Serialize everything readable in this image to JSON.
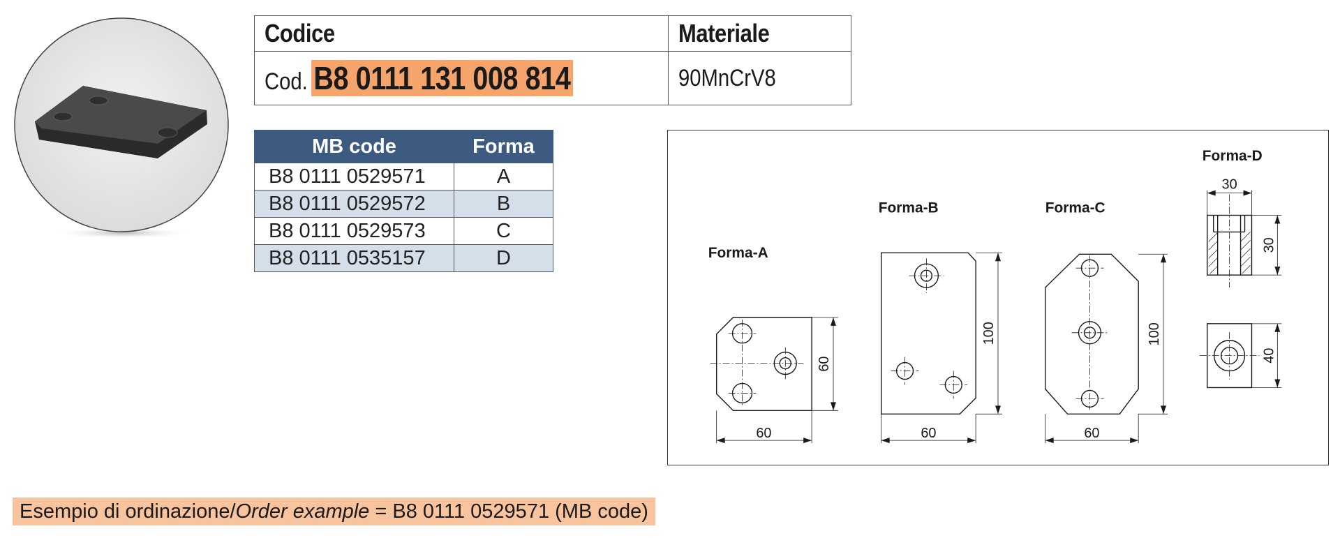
{
  "code_table": {
    "header_code": "Codice",
    "header_material": "Materiale",
    "cod_prefix": "Cod.",
    "cod_value": "B8 0111 131 008 814",
    "material": "90MnCrV8"
  },
  "mb_table": {
    "headers": [
      "MB code",
      "Forma"
    ],
    "rows": [
      {
        "code": "B8 0111 0529571",
        "forma": "A"
      },
      {
        "code": "B8 0111 0529572",
        "forma": "B"
      },
      {
        "code": "B8 0111 0529573",
        "forma": "C"
      },
      {
        "code": "B8 0111 0535157",
        "forma": "D"
      }
    ]
  },
  "drawings": {
    "forma_a": {
      "label": "Forma-A",
      "width": "60",
      "height": "60"
    },
    "forma_b": {
      "label": "Forma-B",
      "width": "60",
      "height": "100"
    },
    "forma_c": {
      "label": "Forma-C",
      "width": "60",
      "height": "100"
    },
    "forma_d": {
      "label": "Forma-D",
      "top_width": "30",
      "side_height": "30",
      "front_height": "40"
    }
  },
  "order_example": {
    "prefix": "Esempio di ordinazione/",
    "italic": "Order example",
    "suffix": " = B8 0111 0529571 (MB code)"
  },
  "colors": {
    "highlight": "#f5a46c",
    "table_header": "#3d5a80",
    "row_alt": "#d5dfea",
    "order_bg": "#f7c49e"
  }
}
